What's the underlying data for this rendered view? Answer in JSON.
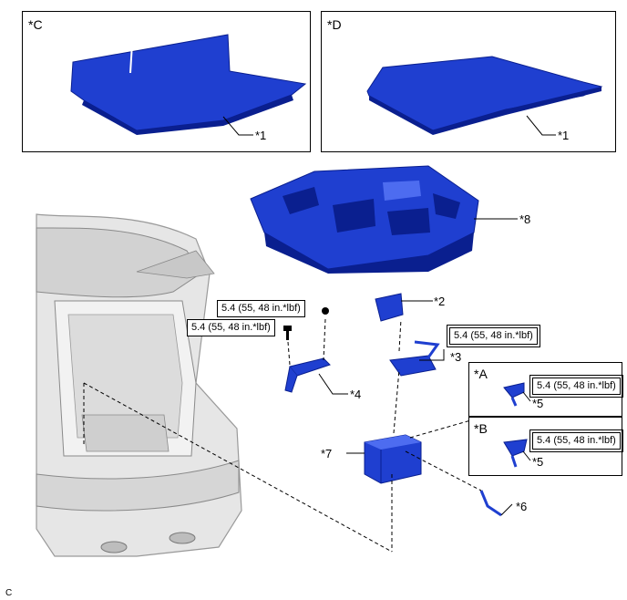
{
  "panels": {
    "c": {
      "tag": "*C"
    },
    "d": {
      "tag": "*D"
    },
    "a": {
      "tag": "*A"
    },
    "b": {
      "tag": "*B"
    }
  },
  "callouts": {
    "item1_c": "*1",
    "item1_d": "*1",
    "item2": "*2",
    "item3": "*3",
    "item4": "*4",
    "item5_a": "*5",
    "item5_b": "*5",
    "item6": "*6",
    "item7": "*7",
    "item8": "*8"
  },
  "torques": {
    "nut_upper": "5.4 (55, 48 in.*lbf)",
    "bolt_left": "5.4 (55, 48 in.*lbf)",
    "clamp_item3": "5.4 (55, 48 in.*lbf)",
    "terminal_a": "5.4 (55, 48 in.*lbf)",
    "terminal_b": "5.4 (55, 48 in.*lbf)"
  },
  "figure_id": "C",
  "colors": {
    "part_blue": "#1f3fd0",
    "part_blue_dark": "#0a1f8f",
    "part_blue_light": "#4d6cf0",
    "vehicle_gray": "#d8d8d8",
    "line": "#000000"
  }
}
